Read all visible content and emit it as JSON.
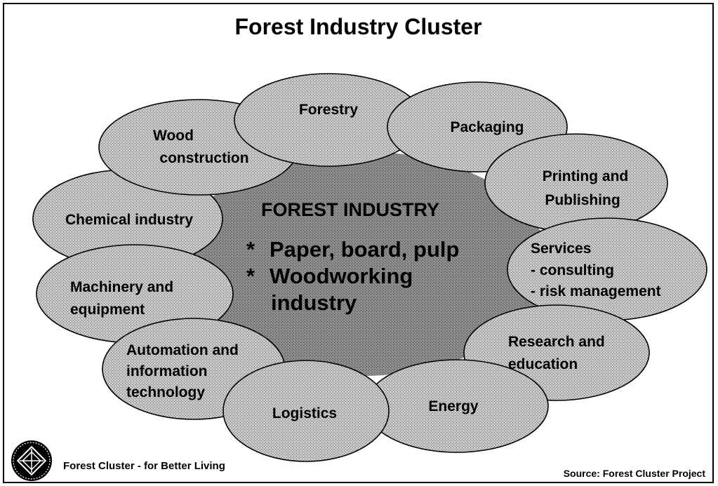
{
  "title": "Forest Industry Cluster",
  "center": {
    "heading": "FOREST INDUSTRY",
    "bullet": "*",
    "item1": "Paper, board, pulp",
    "item2_line1": "Woodworking",
    "item2_line2": "industry"
  },
  "nodes": {
    "forestry": [
      "Forestry"
    ],
    "packaging": [
      "Packaging"
    ],
    "printing": [
      "Printing and",
      "Publishing"
    ],
    "services": [
      "Services",
      "- consulting",
      "- risk management"
    ],
    "research": [
      "Research and",
      "education"
    ],
    "energy": [
      "Energy"
    ],
    "logistics": [
      "Logistics"
    ],
    "automation": [
      "Automation and",
      "information",
      "technology"
    ],
    "machinery": [
      "Machinery and",
      "equipment"
    ],
    "chemical": [
      "Chemical industry"
    ],
    "wood": [
      "Wood",
      "construction"
    ]
  },
  "footer": {
    "slogan": "Forest Cluster - for Better Living",
    "source": "Source: Forest Cluster Project"
  },
  "colors": {
    "oval_fill": "#b3b3b3",
    "center_fill": "#7a7a7a",
    "outline": "#000000"
  }
}
